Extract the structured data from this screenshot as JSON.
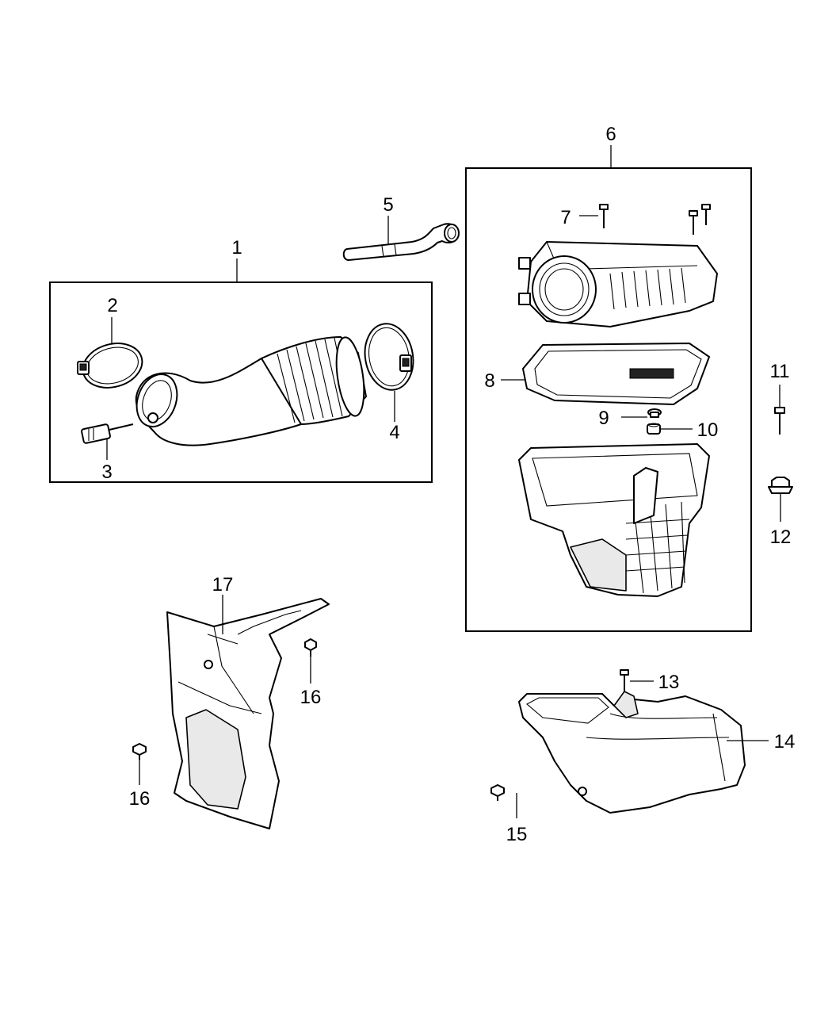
{
  "callouts": {
    "c1": "1",
    "c2": "2",
    "c3": "3",
    "c4": "4",
    "c5": "5",
    "c6": "6",
    "c7": "7",
    "c8": "8",
    "c9": "9",
    "c10": "10",
    "c11": "11",
    "c12": "12",
    "c13": "13",
    "c14": "14",
    "c15": "15",
    "c16a": "16",
    "c16b": "16",
    "c17": "17"
  }
}
